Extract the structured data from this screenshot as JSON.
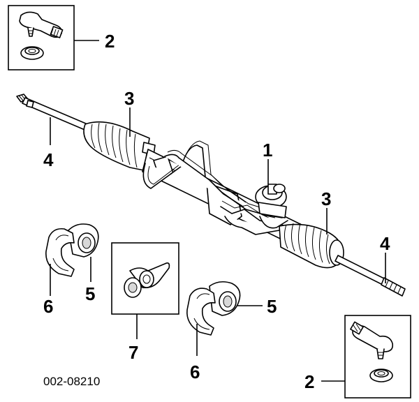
{
  "diagram": {
    "part_number": "002-08210",
    "callouts": {
      "c1": "1",
      "c2_top": "2",
      "c2_bottom": "2",
      "c3_left": "3",
      "c3_right": "3",
      "c4_left": "4",
      "c4_right": "4",
      "c5_left": "5",
      "c5_right": "5",
      "c6_left": "6",
      "c6_right": "6",
      "c7": "7"
    }
  }
}
